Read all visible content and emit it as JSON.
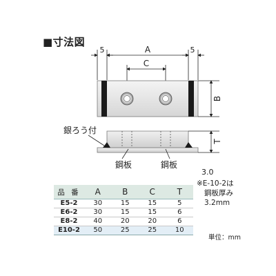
{
  "title": "■寸法図",
  "drawing": {
    "dim_left": "5",
    "dim_right": "5",
    "dim_a": "A",
    "dim_c": "C",
    "dim_b": "B",
    "dim_t": "T",
    "brazing_label": "銀ろう付",
    "steel_plate_label_left": "鋼板",
    "steel_plate_label_right": "鋼板"
  },
  "note": {
    "size_value": "3.0",
    "line1": "※E-10-2は",
    "line2": "鋼板厚み",
    "line3": "3.2mm"
  },
  "table": {
    "headers": [
      "品 番",
      "A",
      "B",
      "C",
      "T"
    ],
    "rows": [
      [
        "E5-2",
        "30",
        "15",
        "15",
        "5"
      ],
      [
        "E6-2",
        "30",
        "15",
        "15",
        "6"
      ],
      [
        "E8-2",
        "40",
        "20",
        "20",
        "6"
      ],
      [
        "E10-2",
        "50",
        "25",
        "25",
        "10"
      ]
    ]
  },
  "unit_label": "単位：mm"
}
